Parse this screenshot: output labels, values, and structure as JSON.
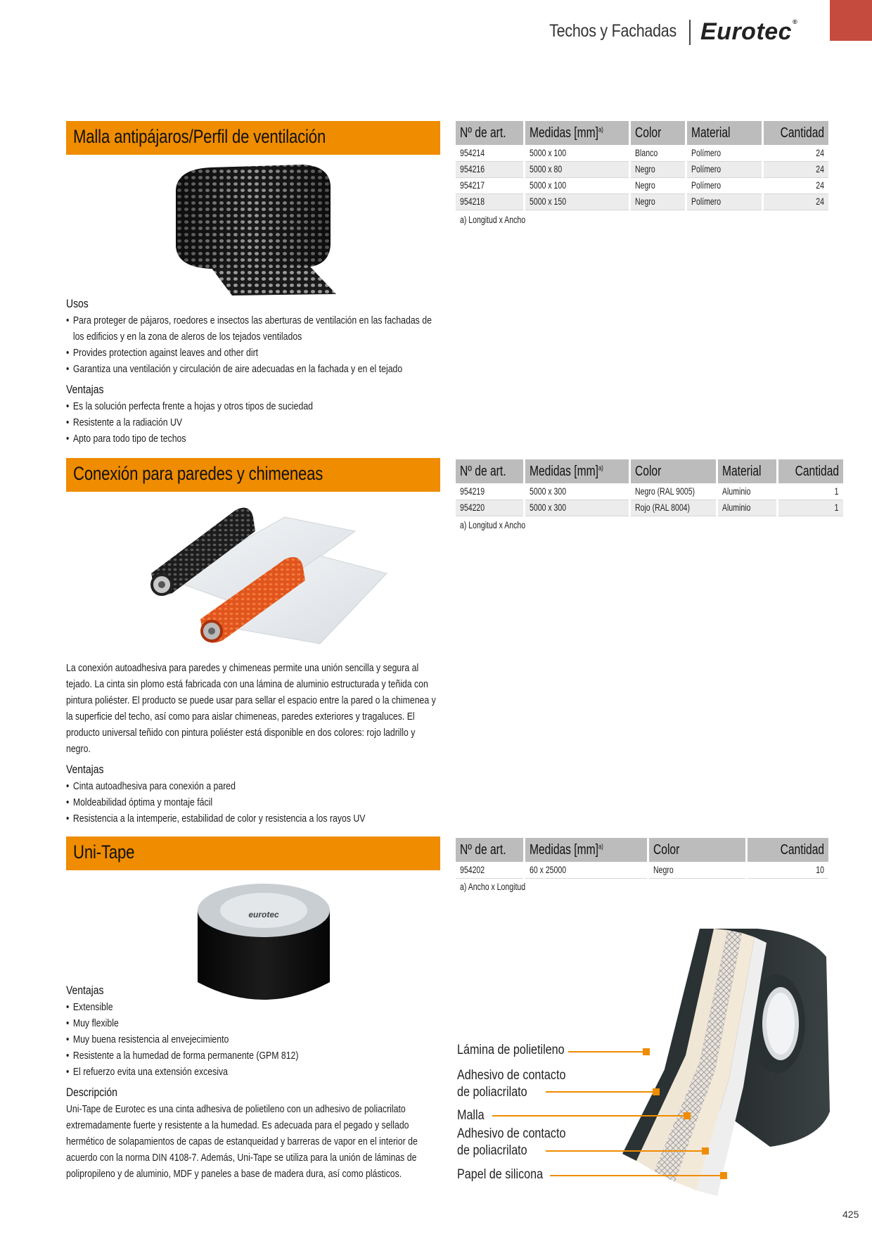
{
  "header": {
    "title": "Techos y Fachadas",
    "logo": "Eurotec",
    "registered": "®"
  },
  "sections": [
    {
      "title": "Malla antipájaros/Perfil de ventilación",
      "table": {
        "headers": [
          "Nº de art.",
          "Medidas [mm]",
          "Color",
          "Material",
          "Cantidad"
        ],
        "header_sup": "a)",
        "rows": [
          [
            "954214",
            "5000 x 100",
            "Blanco",
            "Polímero",
            "24"
          ],
          [
            "954216",
            "5000 x 80",
            "Negro",
            "Polímero",
            "24"
          ],
          [
            "954217",
            "5000 x 100",
            "Negro",
            "Polímero",
            "24"
          ],
          [
            "954218",
            "5000 x 150",
            "Negro",
            "Polímero",
            "24"
          ]
        ],
        "note": "a) Longitud x Ancho"
      },
      "uses_heading": "Usos",
      "uses": [
        "Para proteger de pájaros, roedores e insectos las aberturas de ventilación en las fachadas de los edificios y en la zona de aleros de los tejados ventilados",
        "Provides protection against leaves and other dirt",
        "Garantiza una ventilación y circulación de aire adecuadas en la fachada y en el tejado"
      ],
      "advantages_heading": "Ventajas",
      "advantages": [
        "Es la solución perfecta frente a hojas y otros tipos de suciedad",
        "Resistente a la radiación UV",
        "Apto para todo tipo de techos"
      ]
    },
    {
      "title": "Conexión para paredes y chimeneas",
      "table": {
        "headers": [
          "Nº de art.",
          "Medidas [mm]",
          "Color",
          "Material",
          "Cantidad"
        ],
        "header_sup": "a)",
        "rows": [
          [
            "954219",
            "5000 x 300",
            "Negro (RAL 9005)",
            "Aluminio",
            "1"
          ],
          [
            "954220",
            "5000 x 300",
            "Rojo (RAL 8004)",
            "Aluminio",
            "1"
          ]
        ],
        "note": "a) Longitud x Ancho"
      },
      "description": "La conexión autoadhesiva para paredes y chimeneas permite una unión sencilla y segura al tejado. La cinta sin plomo está fabricada con una lámina de aluminio estructurada y teñida con pintura poliéster. El producto se puede usar para sellar el espacio entre la pared o la chimenea y la superficie del techo, así como para aislar chimeneas, paredes exteriores y tragaluces. El producto universal teñido con pintura poliéster está disponible en dos colores: rojo ladrillo y negro.",
      "advantages_heading": "Ventajas",
      "advantages": [
        "Cinta autoadhesiva para conexión a pared",
        "Moldeabilidad óptima y montaje fácil",
        "Resistencia a la intemperie, estabilidad de color y resistencia a los rayos UV"
      ]
    },
    {
      "title": "Uni-Tape",
      "table": {
        "headers": [
          "Nº de art.",
          "Medidas [mm]",
          "Color",
          "Cantidad"
        ],
        "header_sup": "a)",
        "rows": [
          [
            "954202",
            "60 x 25000",
            "Negro",
            "10"
          ]
        ],
        "note": "a) Ancho x Longitud"
      },
      "image_label": "eurotec",
      "advantages_heading": "Ventajas",
      "advantages": [
        "Extensible",
        "Muy flexible",
        "Muy buena resistencia al envejecimiento",
        "Resistente a la humedad de forma permanente (GPM 812)",
        "El refuerzo evita una extensión excesiva"
      ],
      "description_heading": "Descripción",
      "description": "Uni-Tape de Eurotec es una cinta adhesiva de polietileno con un adhesivo de poliacrilato extremadamente fuerte y resistente a la humedad. Es adecuada para el pegado y sellado hermético de solapamientos de capas de estanqueidad y barreras de vapor en el interior de acuerdo con la norma DIN 4108-7. Además, Uni-Tape se utiliza para la unión de láminas de polipropileno y de aluminio, MDF y paneles a base de madera dura, así como plásticos.",
      "layers": [
        "Lámina de polietileno",
        "Adhesivo de contacto de poliacrilato",
        "Malla",
        "Adhesivo de contacto de poliacrilato",
        "Papel de silicona"
      ]
    }
  ],
  "page_number": "425",
  "colors": {
    "accent_orange": "#ef8c00",
    "tab_red": "#c54b3f",
    "table_header": "#bcbcbc"
  }
}
